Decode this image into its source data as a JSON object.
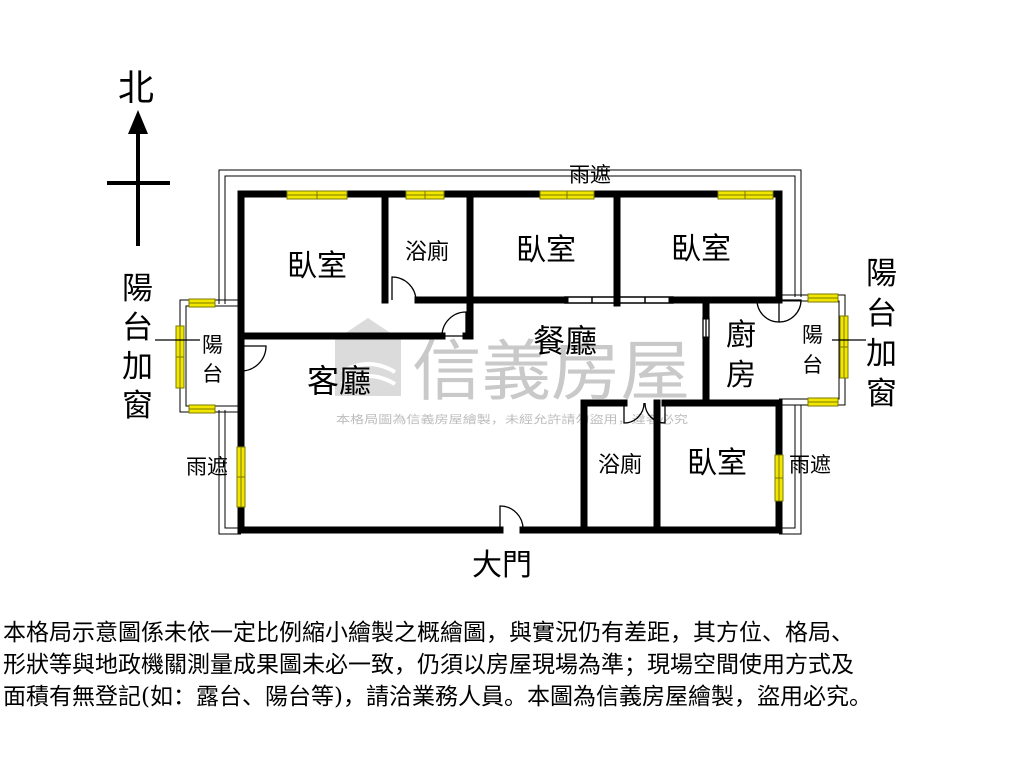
{
  "compass": {
    "north": "北"
  },
  "rooms": {
    "bedroom_nw": "臥室",
    "bath_north": "浴廁",
    "bedroom_n_center": "臥室",
    "bedroom_ne": "臥室",
    "dining": "餐廳",
    "living": "客廳",
    "kitchen": [
      "廚",
      "房"
    ],
    "bath_south": "浴廁",
    "bedroom_se": "臥室",
    "balcony_west": [
      "陽",
      "台"
    ],
    "balcony_east": [
      "陽",
      "台"
    ]
  },
  "annotations": {
    "canopy_top": "雨遮",
    "canopy_left": "雨遮",
    "canopy_right": "雨遮",
    "balcony_window_left": [
      "陽",
      "台",
      "加",
      "窗"
    ],
    "balcony_window_right": [
      "陽",
      "台",
      "加",
      "窗"
    ],
    "main_door": "大門"
  },
  "watermark": {
    "brand": "信義房屋",
    "notice": "本格局圖為信義房屋繪製，未經允許請勿盜用，違者必究"
  },
  "disclaimer": {
    "lines": [
      "本格局示意圖係未依一定比例縮小繪製之概繪圖，與實況仍有差距，其方位、格局、",
      "形狀等與地政機關測量成果圖未必一致，仍須以房屋現場為準；現場空間使用方式及",
      "面積有無登記(如：露台、陽台等)，請洽業務人員。本圖為信義房屋繪製，盜用必究。"
    ]
  },
  "colors": {
    "wall": "#000000",
    "window_fill": "#f2e600",
    "window_stroke": "#7a7a00",
    "watermark": "#c9c9c9"
  }
}
